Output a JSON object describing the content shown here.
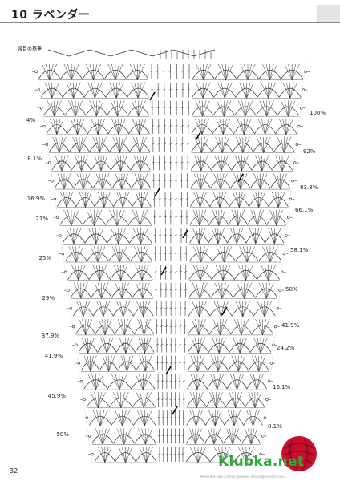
{
  "header": {
    "title": "10 ラベンダー"
  },
  "diagram": {
    "base_label": "減目の基準",
    "left_percents": [
      "4%",
      "8.1%",
      "16.9%",
      "21%",
      "25%",
      "29%",
      "37.9%",
      "41.9%",
      "45.9%",
      "50%"
    ],
    "right_percents": [
      "100%",
      "92%",
      "83.8%",
      "66.1%",
      "58.1%",
      "50%",
      "41.9%",
      "24.2%",
      "16.1%",
      "8.1%"
    ]
  },
  "footer": {
    "page_number": "32",
    "watermark": "Klubka.net",
    "url": "Moscreat.com / remontpromos.ru/wordpress/krasavi..."
  }
}
